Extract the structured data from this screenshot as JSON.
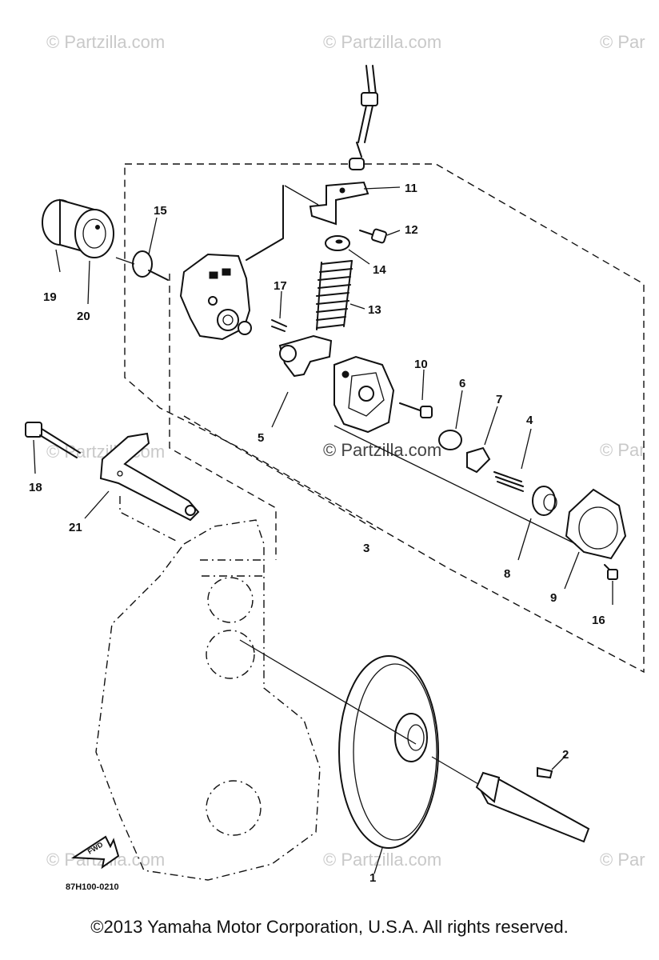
{
  "watermarks": {
    "top_left": "© Partzilla.com",
    "top_center": "© Partzilla.com",
    "top_right": "© Par",
    "mid_left": "© Partzilla.com",
    "mid_center": "© Partzilla.com",
    "mid_right": "© Par",
    "bottom_left": "© Partzilla.com",
    "bottom_center": "© Partzilla.com",
    "bottom_right": "© Par"
  },
  "callouts": {
    "c1": "1",
    "c2": "2",
    "c3": "3",
    "c4": "4",
    "c5": "5",
    "c6": "6",
    "c7": "7",
    "c8": "8",
    "c9": "9",
    "c10": "10",
    "c11": "11",
    "c12": "12",
    "c13": "13",
    "c14": "14",
    "c15": "15",
    "c16": "16",
    "c17": "17",
    "c18": "18",
    "c19": "19",
    "c20": "20",
    "c21": "21"
  },
  "fwd_label": "FWD",
  "drawing_code": "87H100-0210",
  "copyright": "©2013  Yamaha Motor Corporation, U.S.A. All rights reserved."
}
